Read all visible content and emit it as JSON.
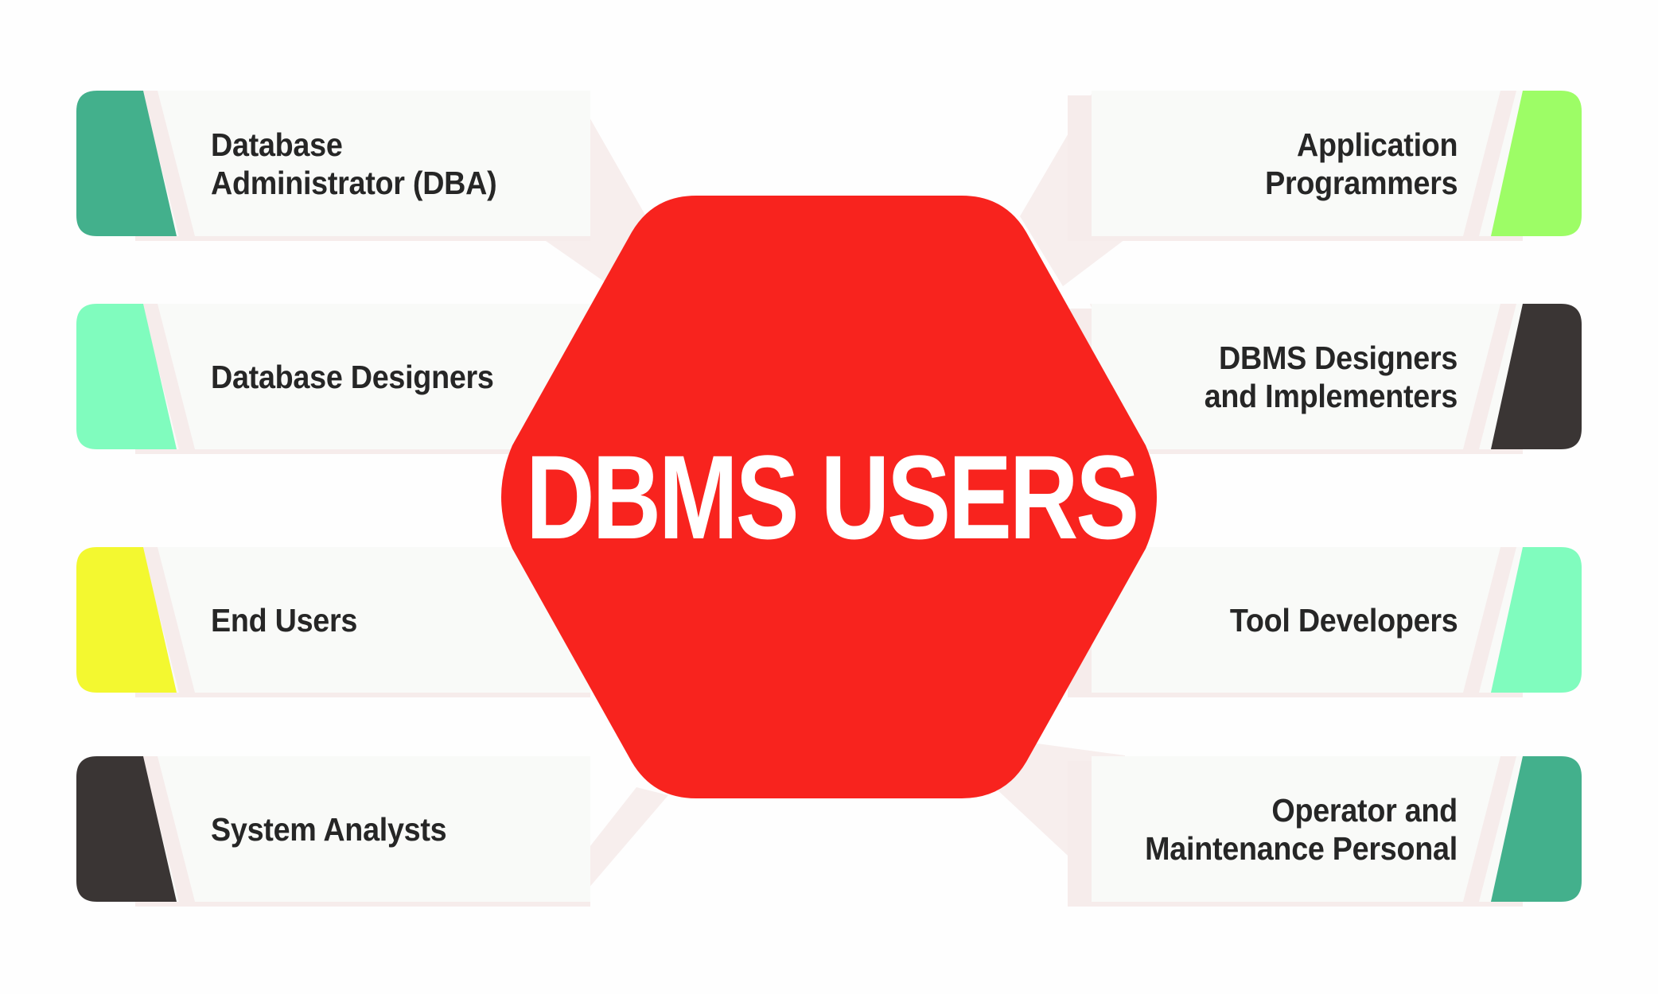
{
  "center": {
    "title": "DBMS USERS",
    "color": "#f8231e"
  },
  "left_items": [
    {
      "lines": [
        "Database",
        "Administrator (DBA)"
      ],
      "accent": "#43b08c"
    },
    {
      "lines": [
        "Database Designers"
      ],
      "accent": "#80fcbe"
    },
    {
      "lines": [
        "End Users"
      ],
      "accent": "#f3f830"
    },
    {
      "lines": [
        "System Analysts"
      ],
      "accent": "#3a3534"
    }
  ],
  "right_items": [
    {
      "lines": [
        "Application",
        "Programmers"
      ],
      "accent": "#9dfd66"
    },
    {
      "lines": [
        "DBMS Designers",
        "and Implementers"
      ],
      "accent": "#3a3534"
    },
    {
      "lines": [
        "Tool Developers"
      ],
      "accent": "#80fcbe"
    },
    {
      "lines": [
        "Operator and",
        "Maintenance Personal"
      ],
      "accent": "#43b08c"
    }
  ],
  "colors": {
    "card": "#f9faf8",
    "shadow": "#f6eceb",
    "text": "#262626",
    "background": "#fefefe"
  }
}
